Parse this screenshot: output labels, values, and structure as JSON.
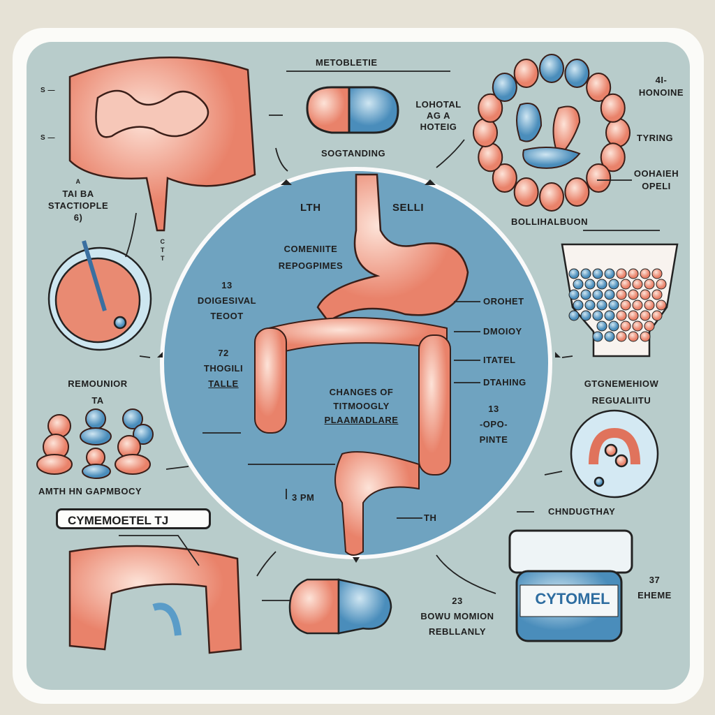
{
  "colors": {
    "panel": "#b8cccb",
    "circle": "#6fa3c0",
    "flesh": "#f09a82",
    "blue": "#5a9cc8"
  },
  "labels": {
    "top_title": "METOBLETIE",
    "pill_caption": "SOGTANDING",
    "pill_side": [
      "LOHOTAL",
      "AG A",
      "HOTEIG"
    ],
    "left_ticks": [
      "s —",
      "s —"
    ],
    "left_top": [
      "α",
      "TAI BA",
      "STACTIOPLE",
      "6)"
    ],
    "vertical_small": [
      "C",
      "T",
      "T"
    ],
    "ring_top": [
      "4I-",
      "HONOINE"
    ],
    "ring_mid": "TYRING",
    "ring_low": [
      "OOHAIEH",
      "OPELI"
    ],
    "ring_caption": "BOLLIHALBUON",
    "circle_lth": "LTH",
    "circle_selli": "SELLI",
    "circle_comenite": [
      "COMENIITE",
      "REPOGPIMES"
    ],
    "circle_digestive": [
      "13",
      "DOIGESIVAL",
      "TEOOT"
    ],
    "circle_thogili": [
      "72",
      "THOGILI",
      "TALLE"
    ],
    "circle_changes": [
      "CHANGES OF",
      "TITMOOGLY",
      "PLAAMADLARE"
    ],
    "right_list": [
      "OROHET",
      "DMOIOY",
      "ITATEL",
      "DTAHING"
    ],
    "right_pinte": [
      "13",
      "-OPO-",
      "PINTE"
    ],
    "left_mid": [
      "REMOUNIOR",
      "TA"
    ],
    "left_bottom": "AMTH HN GAPMBOCY",
    "badge": "CYMEMOETEL   TJ",
    "time": "3 PM",
    "th": "TH",
    "right_mid": [
      "GTGNEMEHIOW",
      "REGUALIITU"
    ],
    "right_bottom": "CHNDUGTHAY",
    "jar_label": "CYTOMEL",
    "jar_side": [
      "37",
      "EHEME"
    ],
    "bowel": [
      "23",
      "BOWU MOMION",
      "REBLLANLY"
    ]
  }
}
